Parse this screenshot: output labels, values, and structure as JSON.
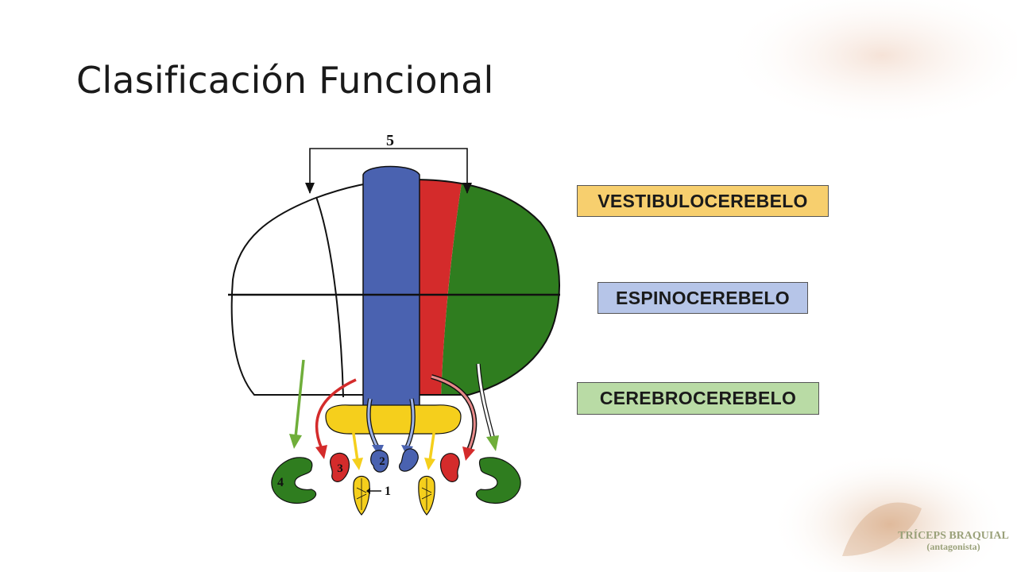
{
  "slide": {
    "title": "Clasificación Funcional",
    "colors": {
      "blue": "#4a62b0",
      "red": "#d42b2b",
      "green": "#2f7d1f",
      "yellow": "#f5cf1c",
      "legend_vestibulo": "#f7cf6e",
      "legend_espino": "#b6c5e8",
      "legend_cerebro": "#b9dba5"
    }
  },
  "diagram": {
    "labels": {
      "bracket": "5",
      "n1": "1",
      "n2": "2",
      "n3": "3",
      "n4": "4"
    }
  },
  "legend": {
    "vestibulocerebelo": "VESTIBULOCEREBELO",
    "espinocerebelo": "ESPINOCEREBELO",
    "cerebrocerebelo": "CEREBROCEREBELO"
  },
  "corner_caption": {
    "line1": "TRÍCEPS BRAQUIAL",
    "line2": "(antagonista)"
  }
}
